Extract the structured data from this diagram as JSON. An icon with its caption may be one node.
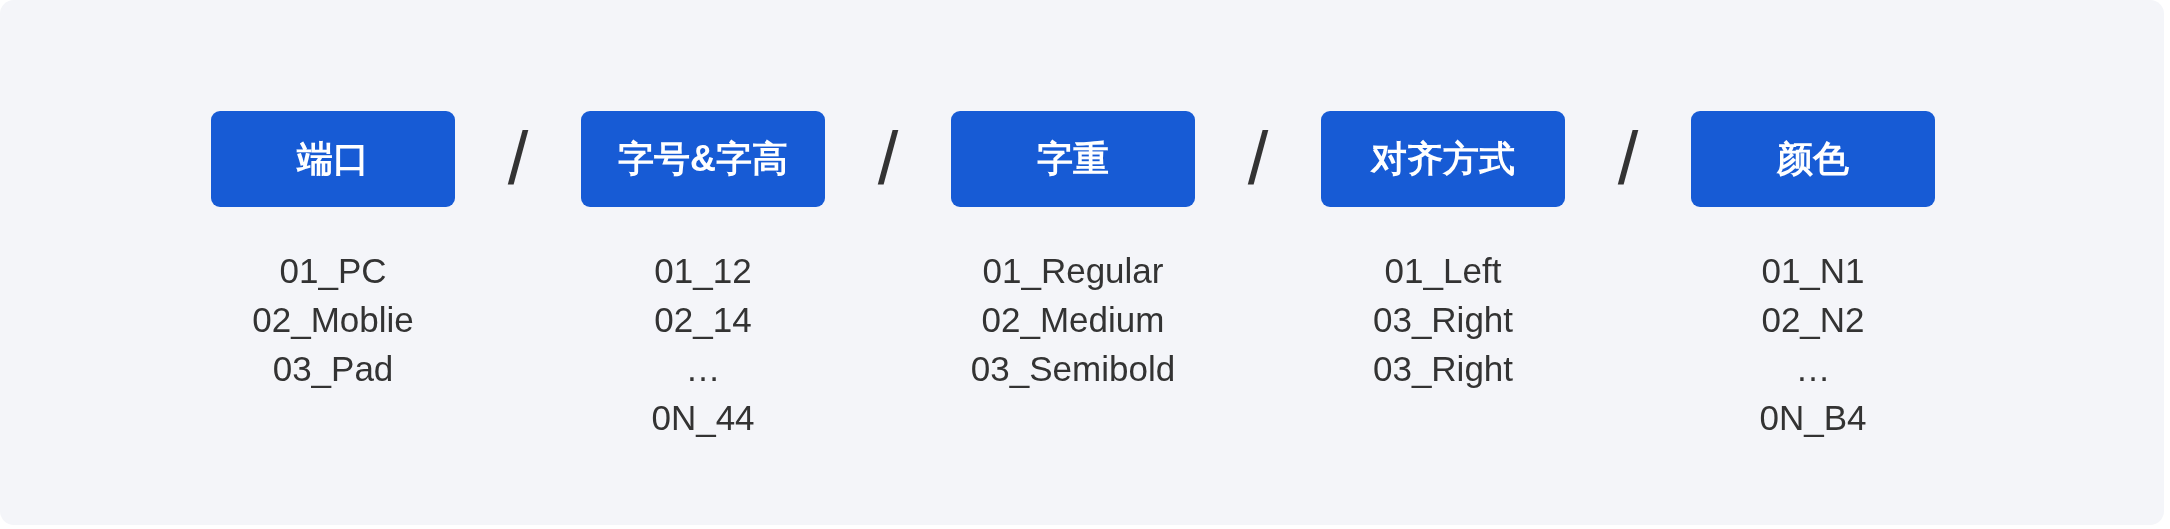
{
  "diagram": {
    "nodes": [
      {
        "text": [
          "端口"
        ],
        "beside": [
          "01_PC",
          "02_Moblie",
          "03_Pad"
        ]
      },
      {
        "text": [
          "字号&字高"
        ],
        "beside": [
          "01_12",
          "02_14",
          "…",
          "0N_44"
        ]
      },
      {
        "text": [
          "字重"
        ],
        "beside": [
          "01_Regular",
          "02_Medium",
          "03_Semibold"
        ]
      },
      {
        "text": [
          "对齐方式"
        ],
        "beside": [
          "01_Left",
          "03_Right",
          "03_Right"
        ]
      },
      {
        "text": [
          "颜色"
        ],
        "beside": [
          "01_N1",
          "02_N2",
          "…",
          "0N_B4"
        ]
      }
    ],
    "labels": [
      "/",
      "/",
      "/",
      "/"
    ]
  }
}
